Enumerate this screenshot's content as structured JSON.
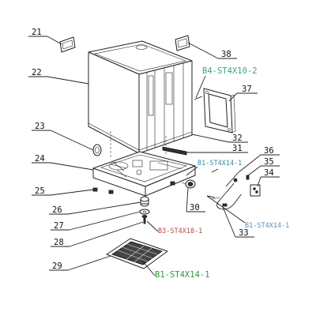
{
  "callouts": {
    "n21": "21",
    "n22": "22",
    "n23": "23",
    "n24": "24",
    "n25": "25",
    "n26": "26",
    "n27": "27",
    "n28": "28",
    "n29": "29",
    "n30": "30",
    "n31": "31",
    "n32": "32",
    "n33": "33",
    "n34": "34",
    "n35": "35",
    "n36": "36",
    "n37": "37",
    "n38": "38"
  },
  "screws": {
    "b4": "B4-ST4X10-2",
    "b1_upper": "B1-ST4X14-1",
    "b1_right": "B1-ST4X14-1",
    "b3": "B3-ST4X18-1",
    "b1_bottom": "B1-ST4X14-1"
  },
  "colors": {
    "b4": "#3aa389",
    "b1_upper": "#3a8aa3",
    "b1_right": "#5a8fb5",
    "b3": "#b04848",
    "b1_bottom": "#2f9a3c"
  }
}
